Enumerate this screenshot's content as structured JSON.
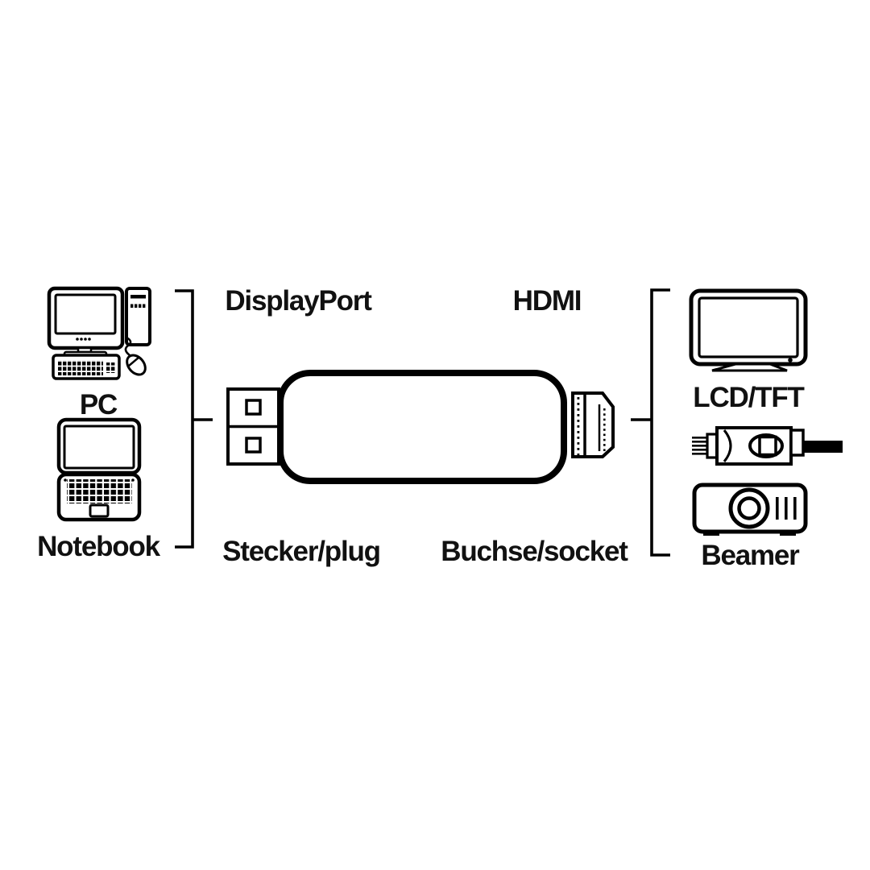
{
  "diagram": {
    "type": "product-connection-diagram",
    "labels": {
      "displayport": "DisplayPort",
      "hdmi": "HDMI",
      "pc": "PC",
      "notebook": "Notebook",
      "plug": "Stecker/plug",
      "socket": "Buchse/socket",
      "lcd": "LCD/TFT",
      "beamer": "Beamer"
    },
    "colors": {
      "line": "#000000",
      "text": "#111111",
      "background": "#ffffff"
    },
    "icons": [
      "pc-icon",
      "notebook-icon",
      "dp-hdmi-adapter-icon",
      "lcd-tft-monitor-icon",
      "hdmi-cable-icon",
      "beamer-projector-icon"
    ]
  }
}
